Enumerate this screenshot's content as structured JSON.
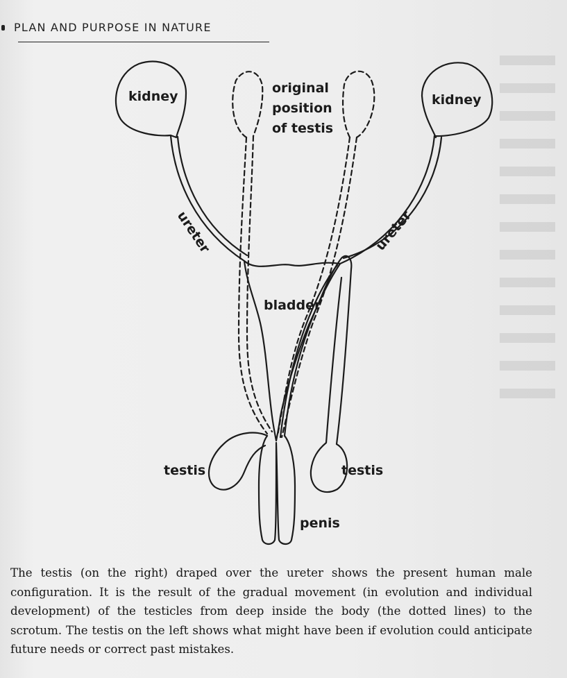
{
  "running_head": "PLAN AND PURPOSE IN NATURE",
  "figure": {
    "labels": {
      "kidney_left": "kidney",
      "kidney_right": "kidney",
      "original_position_line1": "original",
      "original_position_line2": "position",
      "original_position_line3": "of testis",
      "ureter_left": "ureter",
      "ureter_right": "ureter",
      "bladder": "bladder",
      "testis_left": "testis",
      "testis_right": "testis",
      "penis": "penis"
    }
  },
  "caption": "The testis (on the right) draped over the ureter shows the present human male configuration. It is the result of the gradual movement (in evolution and individual development) of the testicles from deep inside the body (the dotted lines) to the scrotum. The testis on the left shows what might have been if evolution could anticipate future needs or correct past mistakes."
}
